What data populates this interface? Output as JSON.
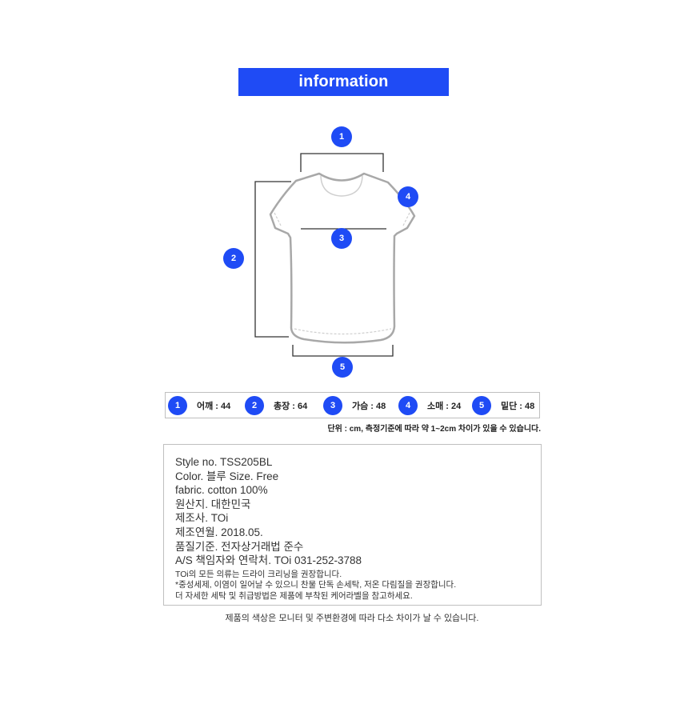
{
  "header": {
    "title": "information"
  },
  "diagram": {
    "markers": [
      "1",
      "2",
      "3",
      "4",
      "5"
    ]
  },
  "measurements": [
    {
      "num": "1",
      "label": "어깨 : 44"
    },
    {
      "num": "2",
      "label": "총장 : 64"
    },
    {
      "num": "3",
      "label": "가슴 : 48"
    },
    {
      "num": "4",
      "label": "소매 : 24"
    },
    {
      "num": "5",
      "label": "밑단 : 48"
    }
  ],
  "unit_note": "단위 : cm, 측정기준에 따라 약 1~2cm 차이가 있을 수 있습니다.",
  "product_info": {
    "style": "Style no. TSS205BL",
    "color_size": "Color. 블루   Size. Free",
    "fabric": "fabric. cotton 100%",
    "origin": "원산지. 대한민국",
    "maker": "제조사. TOi",
    "date": "제조연월. 2018.05.",
    "standard": "품질기준. 전자상거래법 준수",
    "contact": "A/S 책임자와 연락처. TOi 031-252-3788"
  },
  "care": [
    "TOi의 모든 의류는 드라이 크리닝을 권장합니다.",
    "*중성세제, 이염이 일어날 수 있으니 찬물 단독 손세탁, 저온 다림질을 권장합니다.",
    "더 자세한 세탁 및 취급방법은 제품에 부착된 케어라벨을 참고하세요."
  ],
  "color_note": "제품의 색상은 모니터 및 주변환경에 따라 다소 차이가 날 수 있습니다.",
  "colors": {
    "accent": "#1f4bf5",
    "border": "#bfbfbf",
    "shirt_outline": "#a8a8a8"
  }
}
